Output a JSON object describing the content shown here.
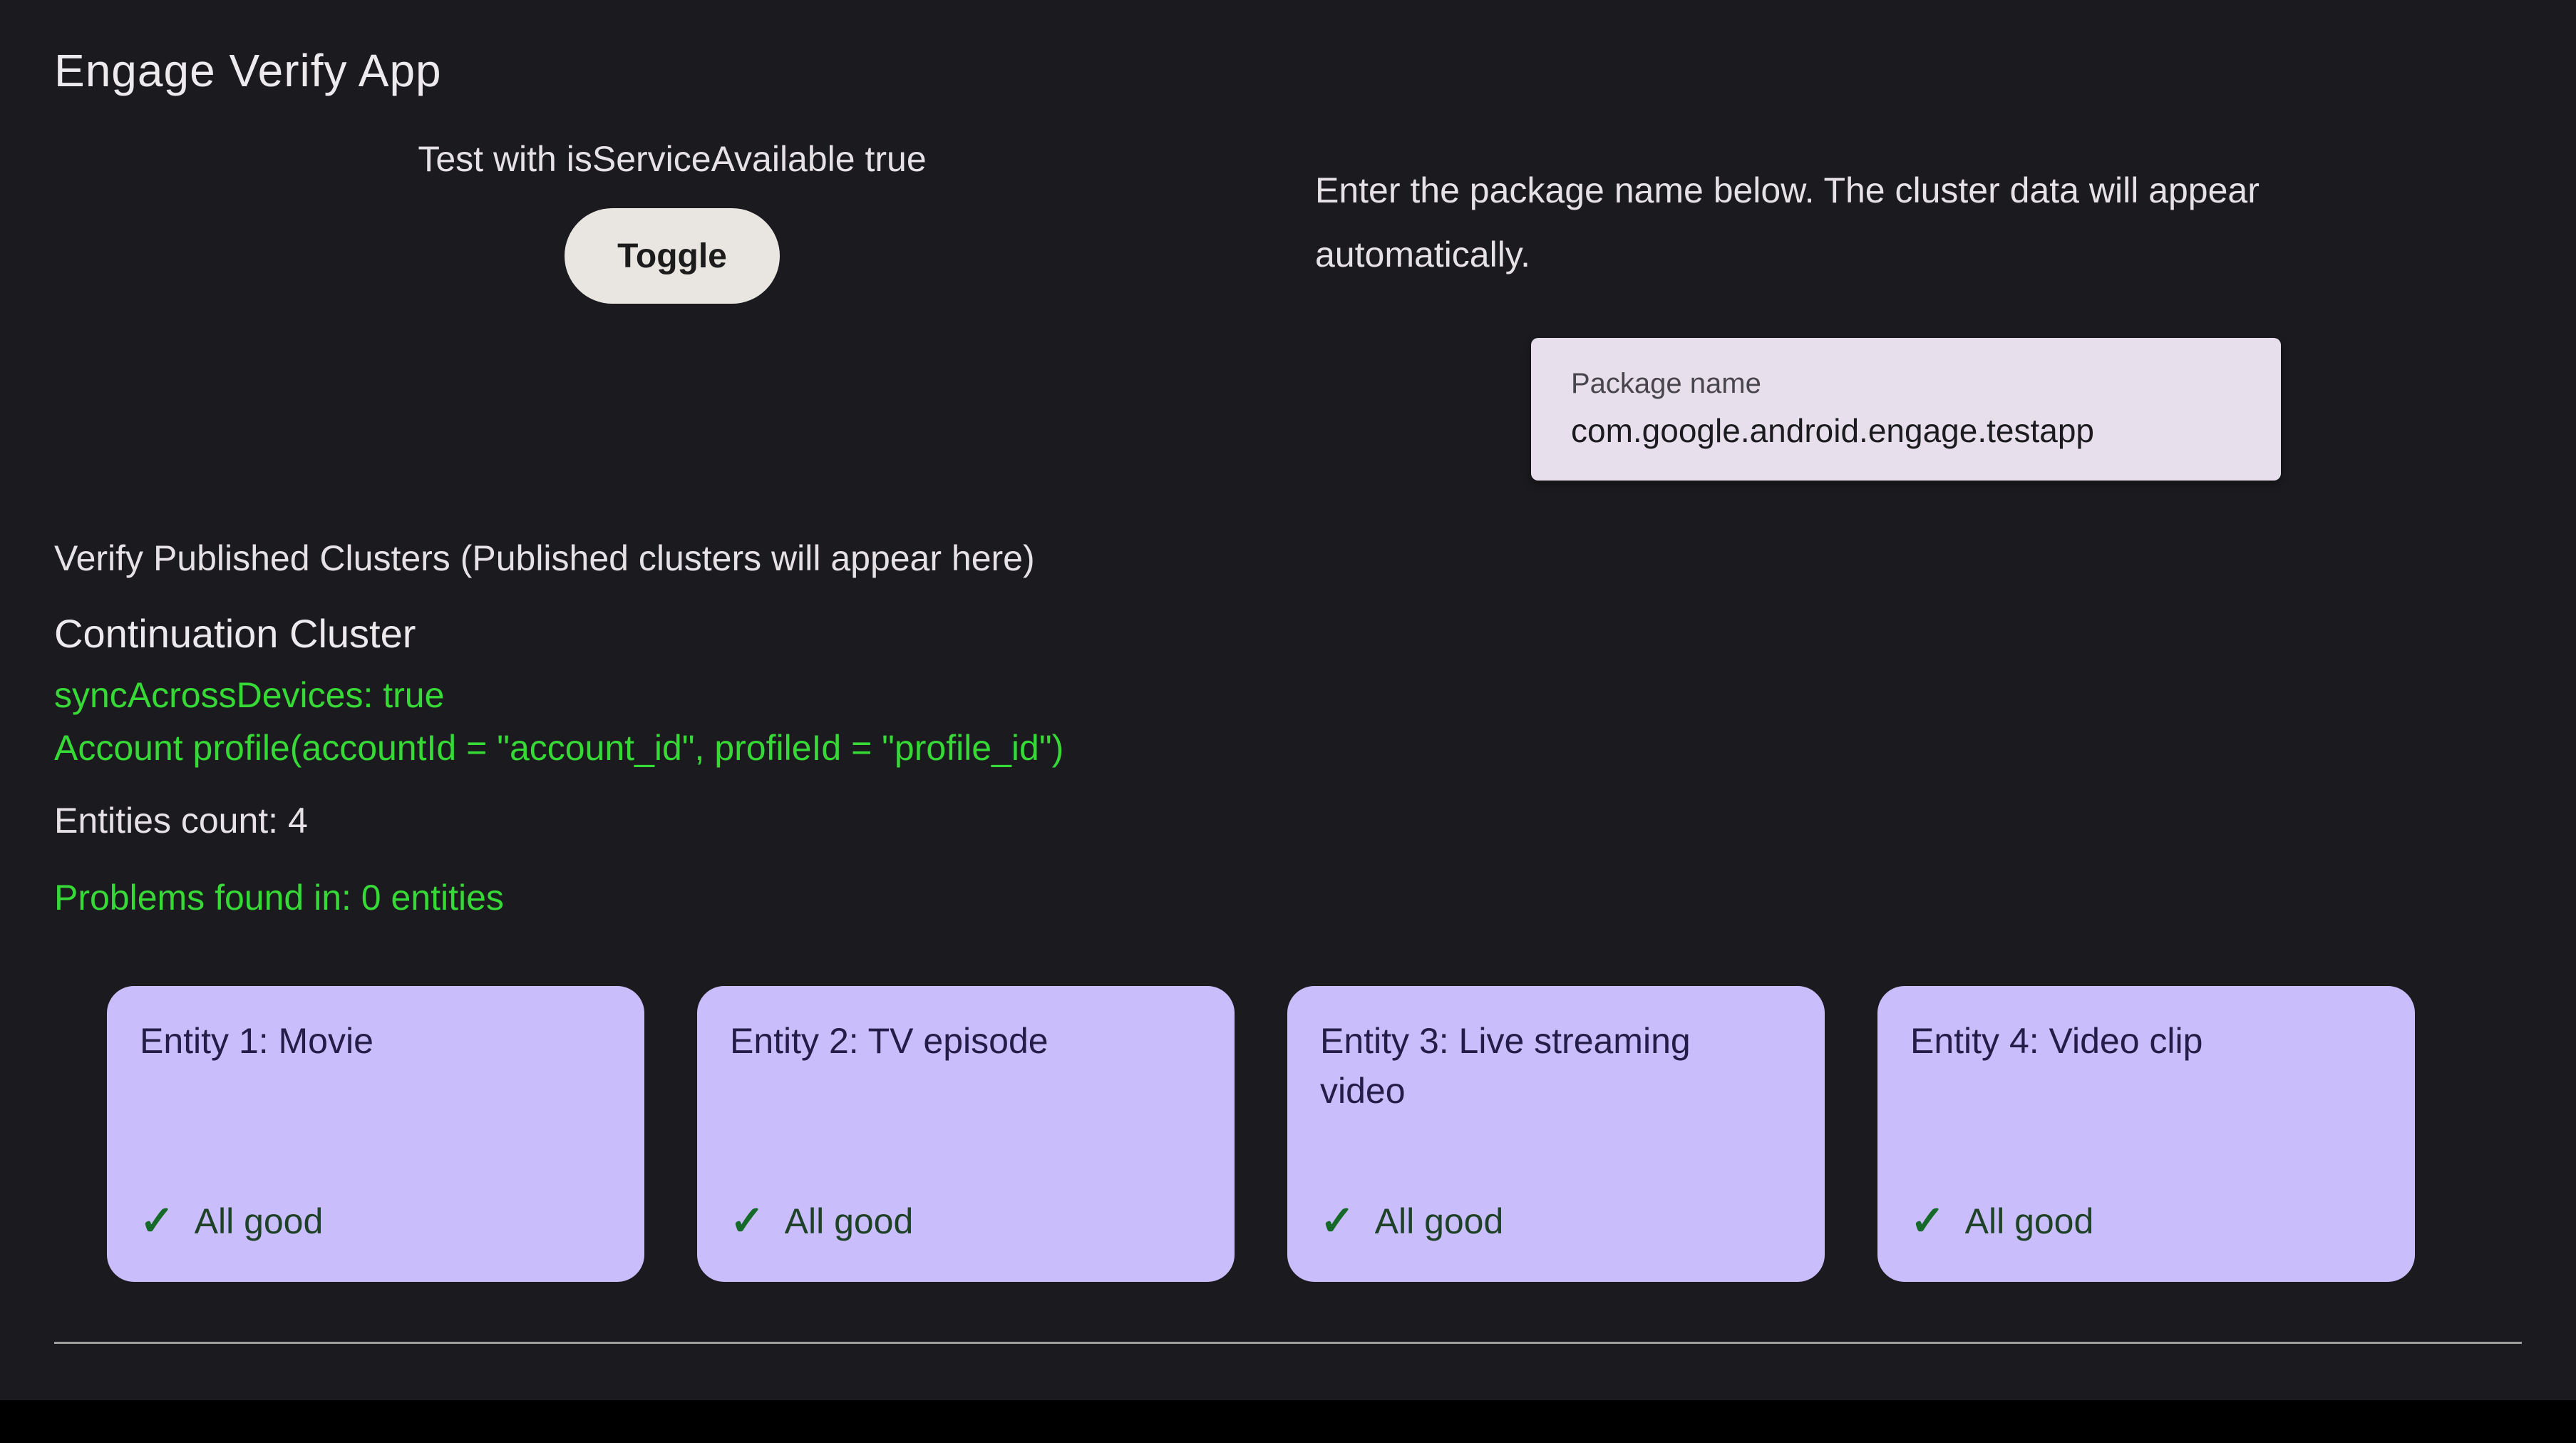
{
  "app": {
    "title": "Engage Verify App"
  },
  "service_test": {
    "label": "Test with isServiceAvailable true",
    "toggle_label": "Toggle"
  },
  "package_section": {
    "instructions": "Enter the package name below. The cluster data will appear automatically.",
    "field_label": "Package name",
    "field_value": "com.google.android.engage.testapp"
  },
  "clusters": {
    "header": "Verify Published Clusters (Published clusters will appear here)",
    "cluster_title": "Continuation Cluster",
    "sync_line": "syncAcrossDevices: true",
    "account_line": "Account profile(accountId = \"account_id\", profileId = \"profile_id\")",
    "entities_count": "Entities count: 4",
    "problems_line": "Problems found in: 0 entities"
  },
  "entities": [
    {
      "title": "Entity 1: Movie",
      "status": "All good"
    },
    {
      "title": "Entity 2: TV episode",
      "status": "All good"
    },
    {
      "title": "Entity 3: Live streaming video",
      "status": "All good"
    },
    {
      "title": "Entity 4: Video clip",
      "status": "All good"
    }
  ],
  "icons": {
    "check": "✓"
  },
  "colors": {
    "background": "#1b1b1f",
    "accent_green": "#36d936",
    "card_background": "#cabdfc",
    "card_text": "#231d47",
    "field_background": "#e7e0ec",
    "toggle_background": "#e9e6e2"
  }
}
